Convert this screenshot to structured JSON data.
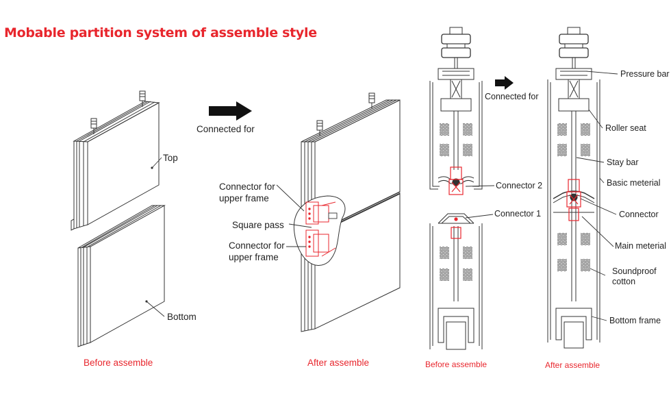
{
  "title": "Mobable partition system of assemble style",
  "left_diagram": {
    "top_label": "Top",
    "bottom_label": "Bottom",
    "arrow_label": "Connected for",
    "connector_upper_1": "Connector for\nupper frame",
    "square_pass": "Square pass",
    "connector_upper_2": "Connector for\nupper frame",
    "caption_before": "Before assemble",
    "caption_after": "After assemble"
  },
  "right_diagram": {
    "arrow_label": "Connected for",
    "connector_2": "Connector 2",
    "connector_1": "Connector 1",
    "pressure_bar": "Pressure bar",
    "roller_seat": "Roller seat",
    "stay_bar": "Stay bar",
    "basic_meterial": "Basic meterial",
    "connector": "Connector",
    "main_meterial": "Main meterial",
    "soundproof_cotton": "Soundproof\ncotton",
    "bottom_frame": "Bottom frame",
    "caption_before": "Before assemble",
    "caption_after": "After assemble"
  },
  "colors": {
    "accent": "#e8262d",
    "line": "#333333"
  }
}
